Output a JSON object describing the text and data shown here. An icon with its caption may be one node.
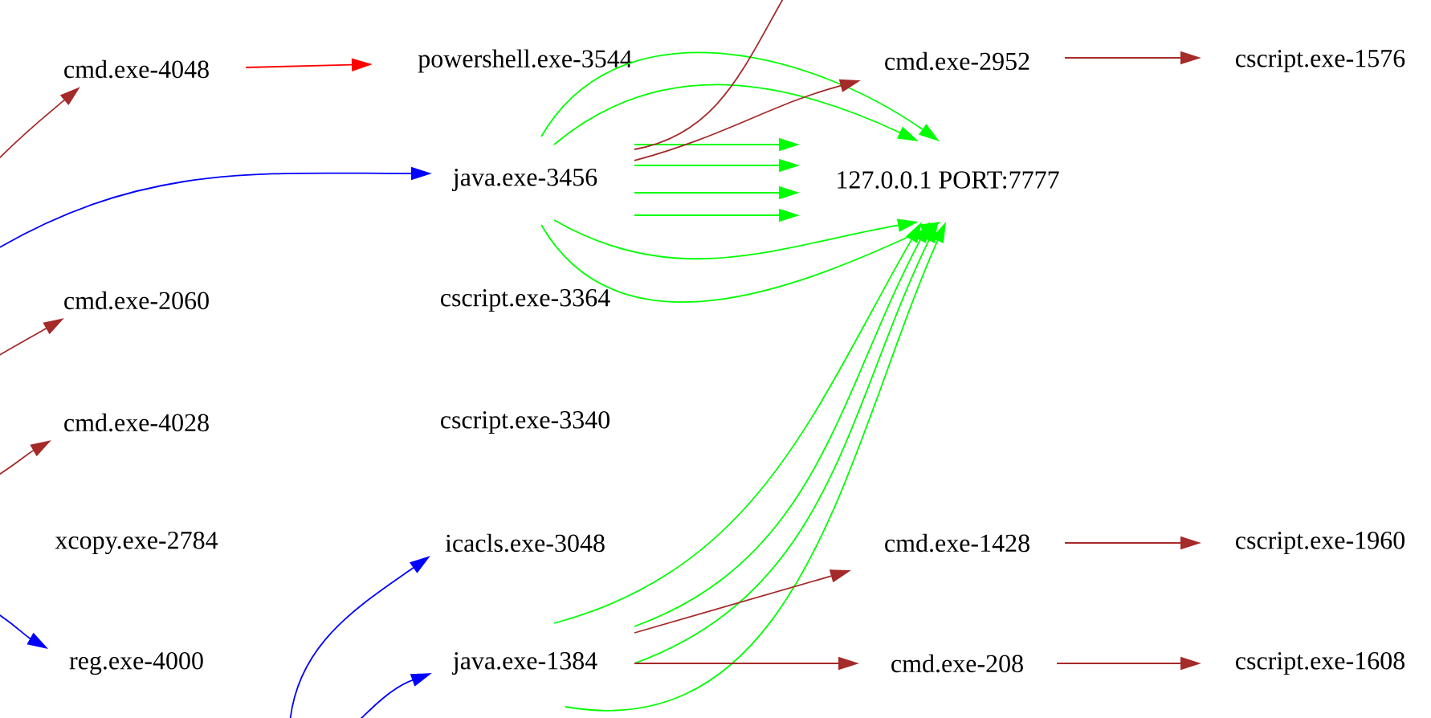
{
  "diagram": {
    "nodes": [
      {
        "text": [
          "cmd.exe-4048"
        ]
      },
      {
        "text": [
          "powershell.exe-3544"
        ]
      },
      {
        "text": [
          "cmd.exe-2952"
        ]
      },
      {
        "text": [
          "cscript.exe-1576"
        ]
      },
      {
        "text": [
          "java.exe-3456"
        ]
      },
      {
        "text": [
          "127.0.0.1 PORT:7777"
        ]
      },
      {
        "text": [
          "cmd.exe-2060"
        ]
      },
      {
        "text": [
          "cscript.exe-3364"
        ]
      },
      {
        "text": [
          "cmd.exe-4028"
        ]
      },
      {
        "text": [
          "cscript.exe-3340"
        ]
      },
      {
        "text": [
          "xcopy.exe-2784"
        ]
      },
      {
        "text": [
          "icacls.exe-3048"
        ]
      },
      {
        "text": [
          "cmd.exe-1428"
        ]
      },
      {
        "text": [
          "cscript.exe-1960"
        ]
      },
      {
        "text": [
          "reg.exe-4000"
        ]
      },
      {
        "text": [
          "java.exe-1384"
        ]
      },
      {
        "text": [
          "cmd.exe-208"
        ]
      },
      {
        "text": [
          "cscript.exe-1608"
        ]
      }
    ],
    "edges": [
      {
        "from": 0,
        "to": 1,
        "arrow": "to",
        "color": "#ff0000"
      },
      {
        "from": 2,
        "to": 3,
        "arrow": "to",
        "color": "#a52a2a"
      },
      {
        "from": 4,
        "to": 5,
        "arrow": "to"
      },
      {
        "from": 4,
        "to": 5,
        "arrow": "to"
      },
      {
        "from": 4,
        "to": 5,
        "arrow": "to"
      },
      {
        "from": 4,
        "to": 5,
        "arrow": "to"
      },
      {
        "from": 4,
        "to": 5,
        "arrow": "to"
      },
      {
        "from": 4,
        "to": 5,
        "arrow": "to"
      },
      {
        "from": 4,
        "to": 5,
        "arrow": "to"
      },
      {
        "from": 4,
        "to": 5,
        "arrow": "to"
      },
      {
        "from": 4,
        "to": 2,
        "arrow": "to",
        "color": "#a52a2a"
      },
      {
        "from": 4,
        "to": null,
        "arrow": "none",
        "color": "#a52a2a"
      },
      {
        "from": null,
        "to": 0,
        "arrow": "to",
        "color": "#a52a2a"
      },
      {
        "from": null,
        "to": 4,
        "arrow": "to",
        "color": "#0000ff"
      },
      {
        "from": null,
        "to": 6,
        "arrow": "to",
        "color": "#a52a2a"
      },
      {
        "from": null,
        "to": 8,
        "arrow": "to",
        "color": "#a52a2a"
      },
      {
        "from": null,
        "to": 14,
        "arrow": "to",
        "color": "#0000ff"
      },
      {
        "from": null,
        "to": 11,
        "arrow": "to",
        "color": "#0000ff"
      },
      {
        "from": null,
        "to": 15,
        "arrow": "to",
        "color": "#0000ff"
      },
      {
        "from": 15,
        "to": 5,
        "arrow": "to"
      },
      {
        "from": 15,
        "to": 5,
        "arrow": "to"
      },
      {
        "from": 15,
        "to": 5,
        "arrow": "to"
      },
      {
        "from": 15,
        "to": 5,
        "arrow": "to"
      },
      {
        "from": 15,
        "to": 12,
        "arrow": "to",
        "color": "#a52a2a"
      },
      {
        "from": 15,
        "to": 16,
        "arrow": "to",
        "color": "#a52a2a"
      },
      {
        "from": 12,
        "to": 13,
        "arrow": "to",
        "color": "#a52a2a"
      },
      {
        "from": 16,
        "to": 17,
        "arrow": "to",
        "color": "#a52a2a"
      }
    ]
  }
}
